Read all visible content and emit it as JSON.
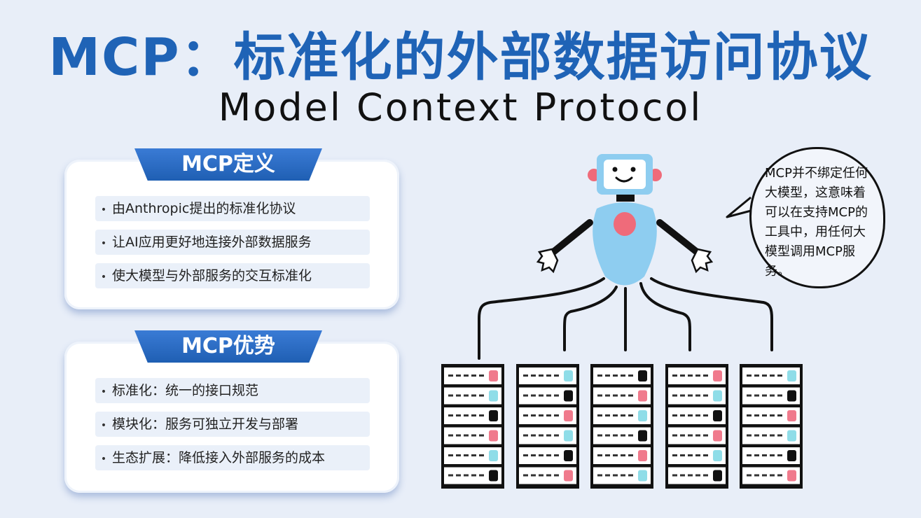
{
  "title": "MCP：标准化的外部数据访问协议",
  "subtitle": "Model Context Protocol",
  "definition": {
    "heading": "MCP定义",
    "items": [
      "由Anthropic提出的标准化协议",
      "让AI应用更好地连接外部数据服务",
      "使大模型与外部服务的交互标准化"
    ]
  },
  "advantages": {
    "heading": "MCP优势",
    "items": [
      "标准化：统一的接口规范",
      "模块化：服务可独立开发与部署",
      "生态扩展：降低接入外部服务的成本"
    ]
  },
  "speech_bubble": {
    "text": "MCP并不绑定任何大模型，这意味着可以在支持MCP的工具中，用任何大模型调用MCP服务。"
  },
  "colors": {
    "title_blue": "#1f63b6",
    "tab_blue": "#1f5fb3",
    "robot_body": "#8ecdf0",
    "robot_heart": "#ef6b7a",
    "server_pink": "#f07a8c",
    "server_cyan": "#8fdde8"
  },
  "server_racks": 5
}
